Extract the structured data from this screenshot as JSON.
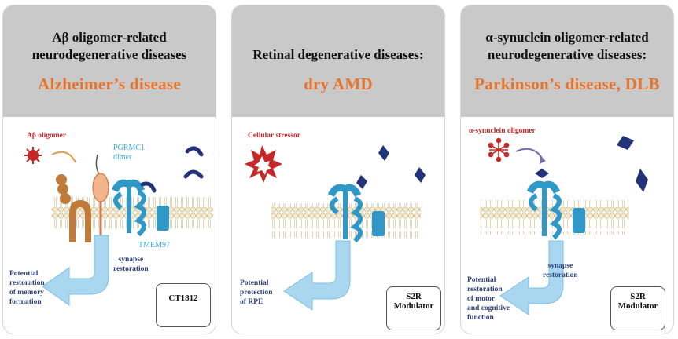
{
  "panels": [
    {
      "title_lines": [
        "Aβ oligomer-related",
        "neurodegenerative diseases"
      ],
      "disease": "Alzheimer’s disease",
      "stressor_label": "Aβ oligomer",
      "receptor_labels": [
        "PGRMC1",
        "dimer"
      ],
      "tmem_label": "TMEM97",
      "arrow_label": [
        "synapse",
        "restoration"
      ],
      "outcome_lines": [
        "Potential",
        "restoration",
        "of memory",
        "formation"
      ],
      "drug_lines": [
        "CT1812"
      ]
    },
    {
      "title_lines": [
        "Retinal degenerative diseases:"
      ],
      "disease": "dry AMD",
      "stressor_label": "Cellular stressor",
      "outcome_lines": [
        "Potential",
        "protection",
        "of RPE"
      ],
      "drug_lines": [
        "S2R",
        "Modulator"
      ]
    },
    {
      "title_lines": [
        "α-synuclein oligomer-related",
        "neurodegenerative diseases:"
      ],
      "disease": "Parkinson’s disease, DLB",
      "stressor_label": "α-synuclein oligomer",
      "arrow_label": [
        "synapse",
        "restoration"
      ],
      "outcome_lines": [
        "Potential",
        "restoration",
        "of motor",
        "and cognitive",
        "function"
      ],
      "drug_lines": [
        "S2R",
        "Modulator"
      ]
    }
  ],
  "colors": {
    "header_bg": "#c9c9c9",
    "disease_text": "#e8742c",
    "membrane": "#f2e6b8",
    "receptor": "#2f98c6",
    "arrow": "#a9d7ef",
    "ligand": "#22337a",
    "stressor": "#c62828",
    "app_brown": "#c07a3a"
  },
  "icons": [
    "amyloid-oligomer-icon",
    "cellular-stressor-burst-icon",
    "synuclein-oligomer-icon",
    "ligand-crescent-icon",
    "ligand-diamond-icon"
  ]
}
